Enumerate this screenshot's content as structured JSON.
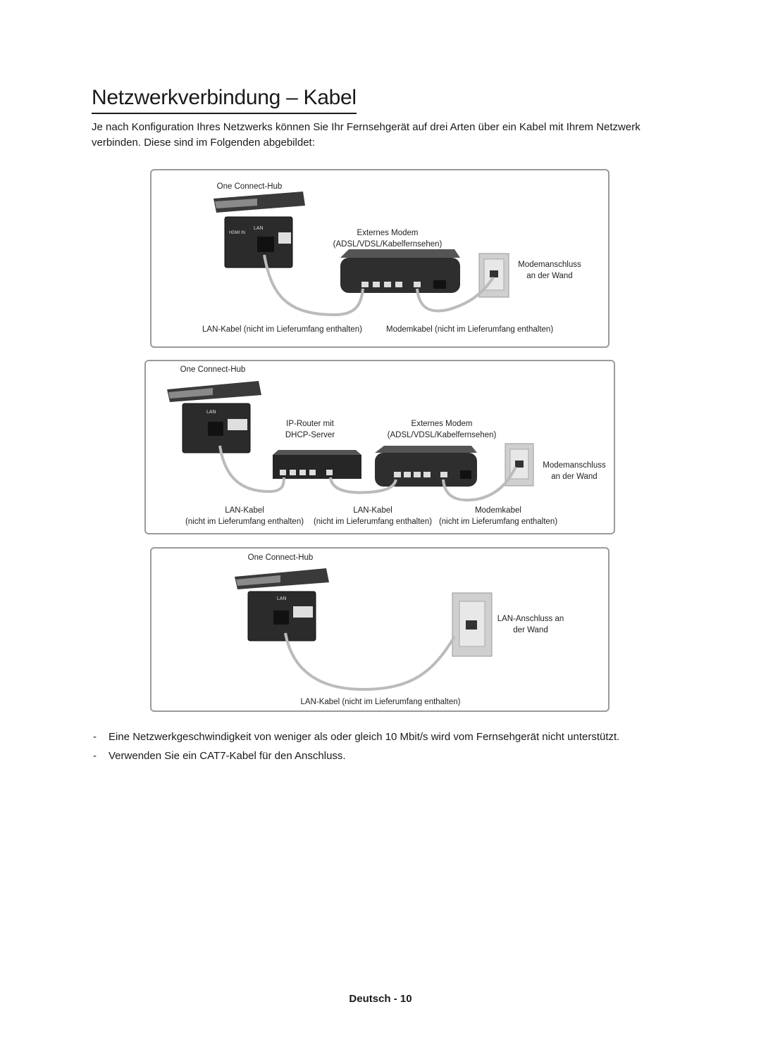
{
  "title": "Netzwerkverbindung – Kabel",
  "intro": "Je nach Konfiguration Ihres Netzwerks können Sie Ihr Fernsehgerät auf drei Arten über ein Kabel mit Ihrem Netzwerk verbinden. Diese sind im Folgenden abgebildet:",
  "diagram1": {
    "hub": "One Connect-Hub",
    "modem_line1": "Externes Modem",
    "modem_line2": "(ADSL/VDSL/Kabelfernsehen)",
    "wall_line1": "Modemanschluss",
    "wall_line2": "an der Wand",
    "lan_cable": "LAN-Kabel (nicht im Lieferumfang enthalten)",
    "modem_cable": "Modemkabel (nicht im Lieferumfang enthalten)"
  },
  "diagram2": {
    "hub": "One Connect-Hub",
    "router_line1": "IP-Router mit",
    "router_line2": "DHCP-Server",
    "modem_line1": "Externes Modem",
    "modem_line2": "(ADSL/VDSL/Kabelfernsehen)",
    "wall_line1": "Modemanschluss",
    "wall_line2": "an der Wand",
    "cable1_line1": "LAN-Kabel",
    "cable1_line2": "(nicht im Lieferumfang enthalten)",
    "cable2_line1": "LAN-Kabel",
    "cable2_line2": "(nicht im Lieferumfang enthalten)",
    "cable3_line1": "Modemkabel",
    "cable3_line2": "(nicht im Lieferumfang enthalten)"
  },
  "diagram3": {
    "hub": "One Connect-Hub",
    "wall_line1": "LAN-Anschluss an",
    "wall_line2": "der Wand",
    "lan_cable": "LAN-Kabel (nicht im Lieferumfang enthalten)"
  },
  "port_label": "LAN",
  "notes": [
    "Eine Netzwerkgeschwindigkeit von weniger als oder gleich 10 Mbit/s wird vom Fernsehgerät nicht unterstützt.",
    "Verwenden Sie ein CAT7-Kabel für den Anschluss."
  ],
  "note_marker": "-",
  "footer": "Deutsch - 10"
}
